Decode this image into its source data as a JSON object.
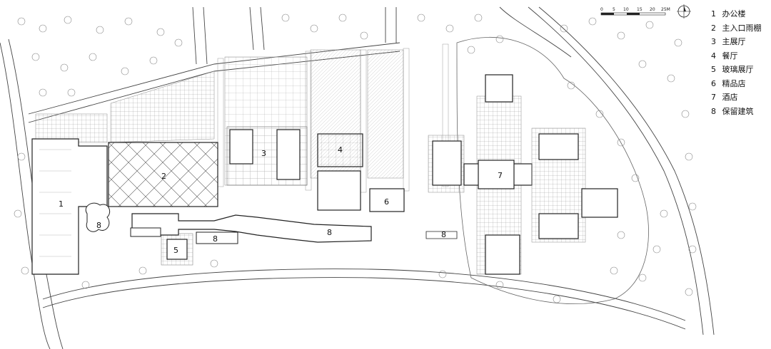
{
  "scale_bar": {
    "ticks": [
      "0",
      "5",
      "10",
      "15",
      "20",
      "25M"
    ]
  },
  "legend": [
    {
      "num": "1",
      "label": "办公楼"
    },
    {
      "num": "2",
      "label": "主入口雨棚"
    },
    {
      "num": "3",
      "label": "主展厅"
    },
    {
      "num": "4",
      "label": "餐厅"
    },
    {
      "num": "5",
      "label": "玻璃展厅"
    },
    {
      "num": "6",
      "label": "精品店"
    },
    {
      "num": "7",
      "label": "酒店"
    },
    {
      "num": "8",
      "label": "保留建筑"
    }
  ],
  "labels": {
    "b1": "1",
    "b2": "2",
    "b3": "3",
    "b4": "4",
    "b5": "5",
    "b6": "6",
    "b7": "7",
    "b8a": "8",
    "b8b": "8",
    "b8c": "8",
    "b8d": "8"
  }
}
